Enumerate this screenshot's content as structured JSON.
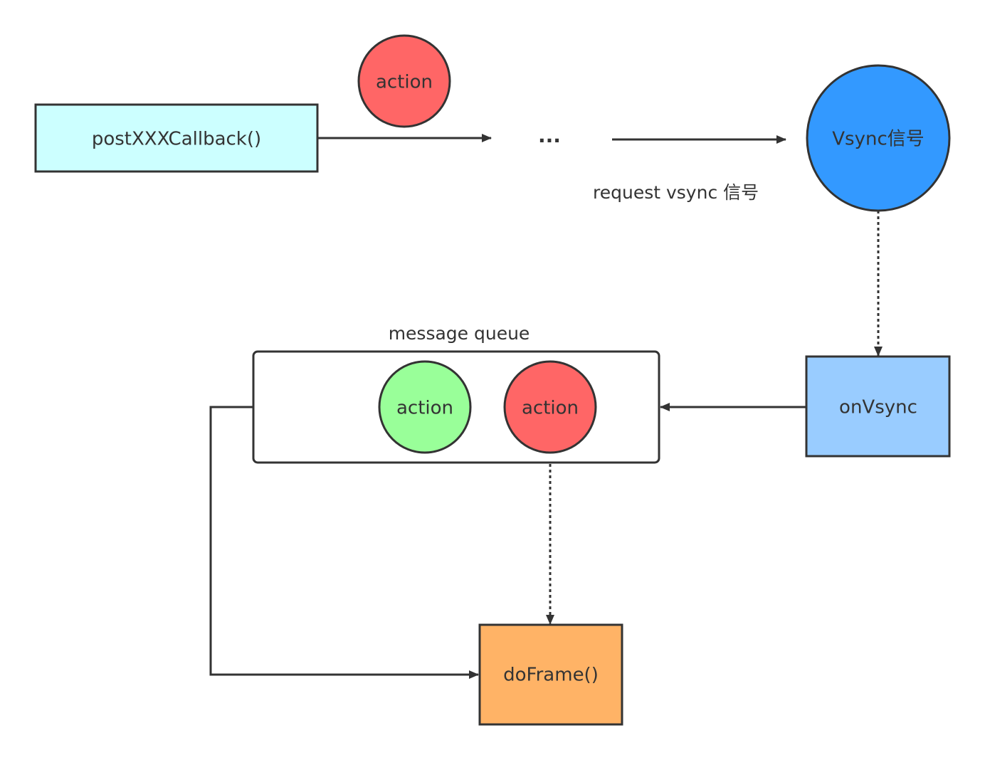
{
  "nodes": {
    "post_callback": {
      "label": "postXXXCallback()",
      "fill": "#ccffff"
    },
    "action_top": {
      "label": "action",
      "fill": "#ff6666"
    },
    "ellipsis": {
      "label": "..."
    },
    "vsync_signal": {
      "label": "Vsync信号",
      "fill": "#3399ff"
    },
    "on_vsync": {
      "label": "onVsync",
      "fill": "#99ccff"
    },
    "message_queue": {
      "title": "message queue",
      "fill": "#ffffff"
    },
    "queue_action_green": {
      "label": "action",
      "fill": "#99ff99"
    },
    "queue_action_red": {
      "label": "action",
      "fill": "#ff6666"
    },
    "do_frame": {
      "label": "doFrame()",
      "fill": "#ffb366"
    }
  },
  "edges": {
    "request_vsync": {
      "label": "request vsync 信号"
    }
  },
  "colors": {
    "stroke": "#333333",
    "text": "#333333"
  }
}
